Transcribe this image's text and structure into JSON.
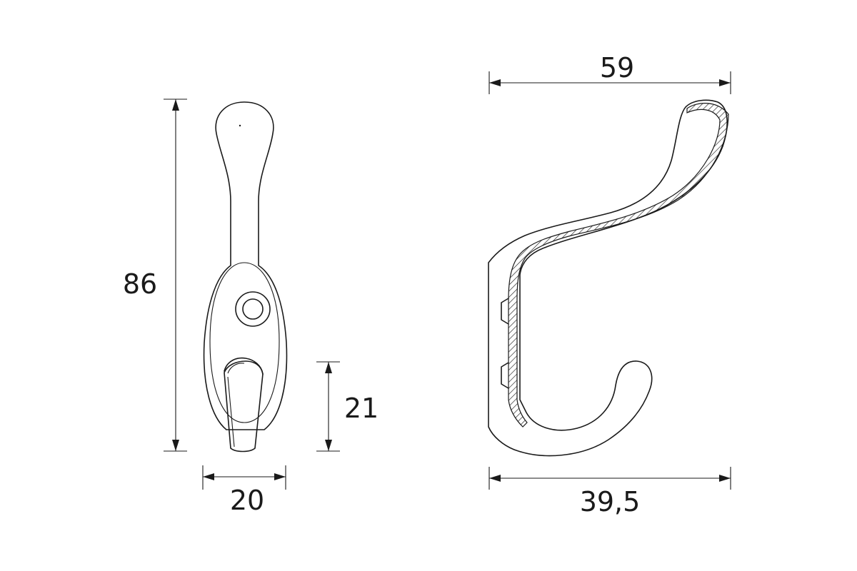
{
  "drawing": {
    "front_view": {
      "height_label": "86",
      "width_label": "20",
      "lower_hook_label": "21"
    },
    "side_view": {
      "top_width_label": "59",
      "bottom_width_label": "39,5"
    }
  }
}
